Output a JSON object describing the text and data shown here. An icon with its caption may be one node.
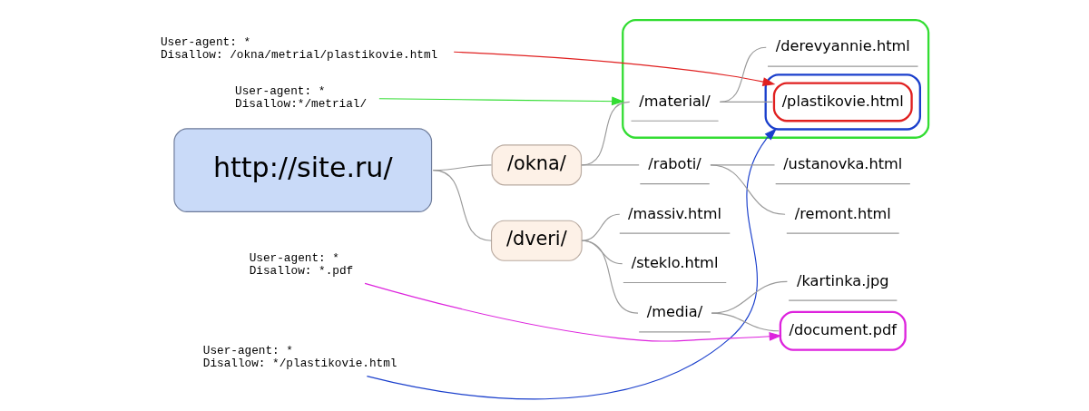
{
  "diagram": {
    "nodes": [
      {
        "text": [
          "User-agent: *",
          "Disallow: /okna/metrial/plastikovie.html"
        ]
      },
      {
        "text": [
          "User-agent: *",
          "Disallow: */plastikovie.html"
        ]
      },
      {
        "text": [
          "User-agent: *",
          "Disallow:*/metrial/"
        ]
      },
      {
        "text": [
          "User-agent: *",
          "Disallow: *.pdf"
        ]
      },
      {
        "text": [
          "http://site.ru/"
        ]
      },
      {
        "text": [
          "/okna/"
        ]
      },
      {
        "text": [
          "/dveri/"
        ]
      },
      {
        "text": [],
        "shape": "box"
      },
      {
        "text": [
          "/material/"
        ],
        "in": 7
      },
      {
        "text": [],
        "shape": "box",
        "in": 7
      },
      {
        "text": [
          "/plastikovie.html"
        ],
        "in": 9
      },
      {
        "text": [
          "/derevyannie.html"
        ],
        "in": 7
      },
      {
        "text": [
          "/raboti/"
        ]
      },
      {
        "text": [
          "/ustanovka.html"
        ]
      },
      {
        "text": [
          "/remont.html"
        ]
      },
      {
        "text": [
          "/massiv.html"
        ]
      },
      {
        "text": [
          "/steklo.html"
        ]
      },
      {
        "text": [
          "/media/"
        ]
      },
      {
        "text": [
          "/kartinka.jpg"
        ]
      },
      {
        "text": [
          "/document.pdf"
        ]
      }
    ],
    "edges": [
      {
        "from": 4,
        "to": 5,
        "arrow": "none"
      },
      {
        "from": 4,
        "to": 6,
        "arrow": "none"
      },
      {
        "from": 5,
        "to": 8,
        "arrow": "none"
      },
      {
        "from": 5,
        "to": 12,
        "arrow": "none"
      },
      {
        "from": 8,
        "to": 10,
        "arrow": "none"
      },
      {
        "from": 8,
        "to": 11,
        "arrow": "none"
      },
      {
        "from": 12,
        "to": 13,
        "arrow": "none"
      },
      {
        "from": 12,
        "to": 14,
        "arrow": "none"
      },
      {
        "from": 6,
        "to": 15,
        "arrow": "none"
      },
      {
        "from": 6,
        "to": 16,
        "arrow": "none"
      },
      {
        "from": 6,
        "to": 17,
        "arrow": "none"
      },
      {
        "from": 17,
        "to": 18,
        "arrow": "none"
      },
      {
        "from": 17,
        "to": 19,
        "arrow": "none"
      },
      {
        "from": 0,
        "to": 10,
        "arrow": "to",
        "color": "#e02020"
      },
      {
        "from": 1,
        "to": 9,
        "arrow": "to",
        "color": "#1a3fcc"
      },
      {
        "from": 2,
        "to": 7,
        "arrow": "to",
        "color": "#33dd33"
      },
      {
        "from": 3,
        "to": 19,
        "arrow": "to",
        "color": "#dd22dd"
      }
    ]
  }
}
